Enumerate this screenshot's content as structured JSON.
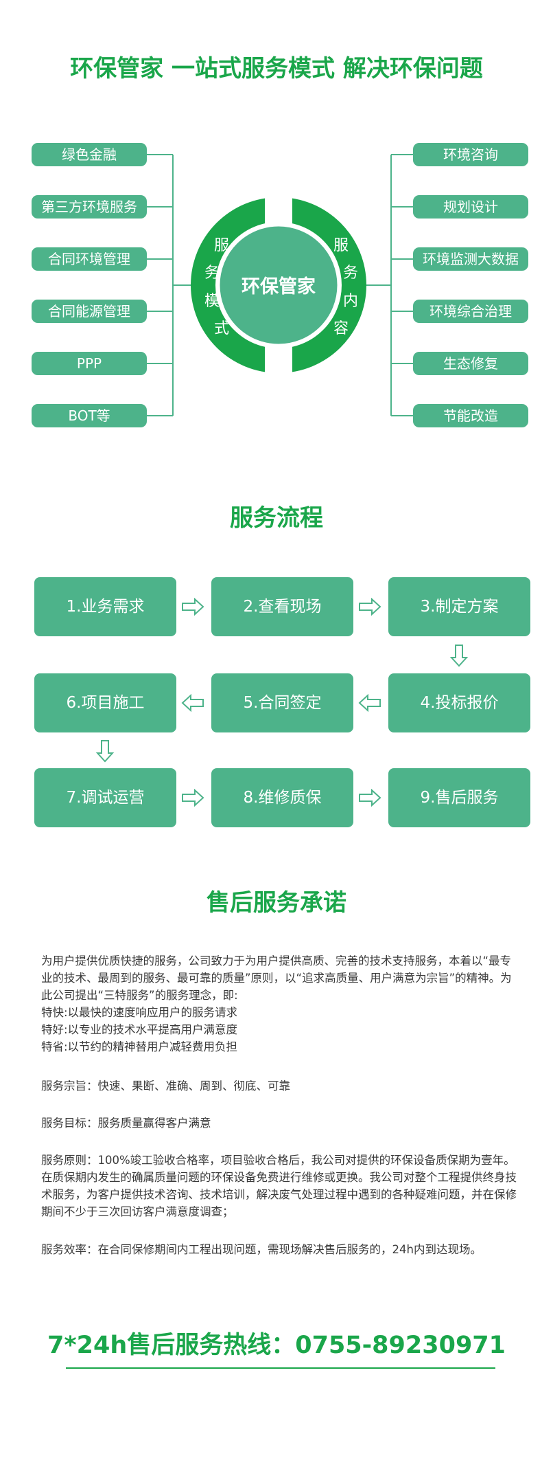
{
  "section1": {
    "title": "环保管家 一站式服务模式 解决环保问题",
    "center": "环保管家",
    "left_label": [
      "服",
      "务",
      "模",
      "式"
    ],
    "right_label": [
      "服",
      "务",
      "内",
      "容"
    ],
    "left_items": [
      "绿色金融",
      "第三方环境服务",
      "合同环境管理",
      "合同能源管理",
      "PPP",
      "BOT等"
    ],
    "right_items": [
      "环境咨询",
      "规划设计",
      "环境监测大数据",
      "环境综合治理",
      "生态修复",
      "节能改造"
    ],
    "colors": {
      "green": "#1aa64a",
      "teal": "#4db38a"
    }
  },
  "section2": {
    "title": "服务流程",
    "steps": [
      "1.业务需求",
      "2.查看现场",
      "3.制定方案",
      "4.投标报价",
      "5.合同签定",
      "6.项目施工",
      "7.调试运营",
      "8.维修质保",
      "9.售后服务"
    ]
  },
  "section3": {
    "title": "售后服务承诺",
    "intro": "为用户提供优质快捷的服务，公司致力于为用户提供高质、完善的技术支持服务，本着以“最专业的技术、最周到的服务、最可靠的质量”原则，以“追求高质量、用户满意为宗旨”的精神。为此公司提出“三特服务”的服务理念，即:",
    "special": [
      "特快:以最快的速度响应用户的服务请求",
      "特好:以专业的技术水平提高用户满意度",
      "特省:以节约的精神替用户减轻费用负担"
    ],
    "tenet": "服务宗旨：快速、果断、准确、周到、彻底、可靠",
    "goal": "服务目标：服务质量赢得客户满意",
    "principle": "服务原则：100%竣工验收合格率，项目验收合格后，我公司对提供的环保设备质保期为壹年。在质保期内发生的确属质量问题的环保设备免费进行维修或更换。我公司对整个工程提供终身技术服务，为客户提供技术咨询、技术培训，解决废气处理过程中遇到的各种疑难问题，并在保修期间不少于三次回访客户满意度调查；",
    "efficiency": "服务效率：在合同保修期间内工程出现问题，需现场解决售后服务的，24h内到达现场。"
  },
  "hotline": "7*24h售后服务热线：0755-89230971"
}
